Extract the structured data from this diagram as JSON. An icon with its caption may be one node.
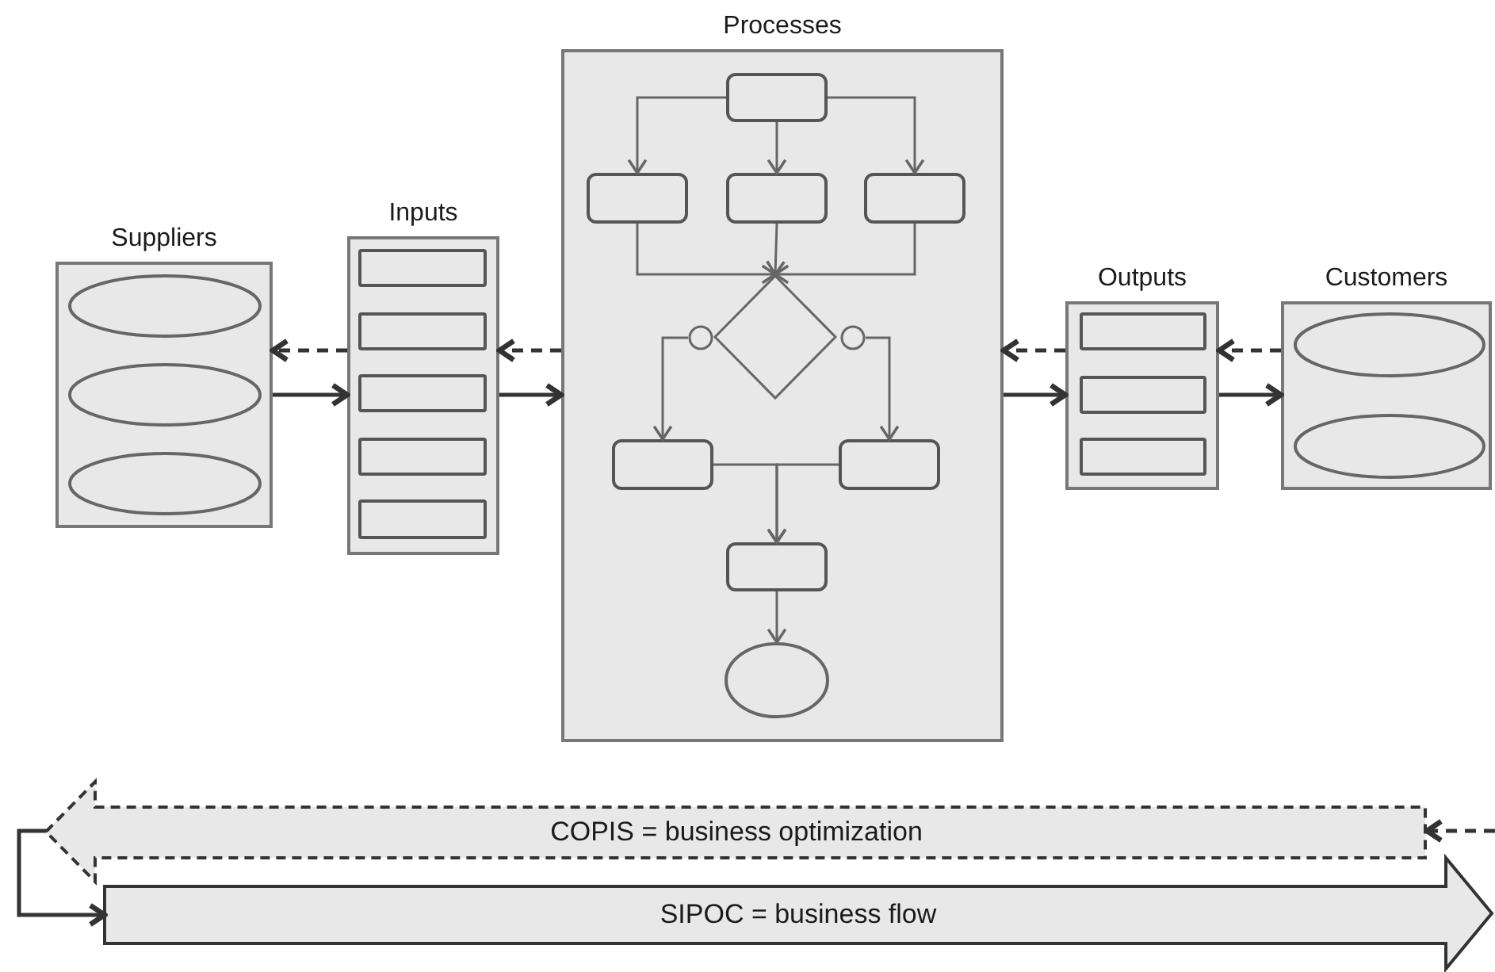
{
  "diagram": {
    "nodes": [
      {
        "text": [
          "Suppliers"
        ]
      },
      {
        "text": [],
        "shape": "ellipse",
        "in": 0
      },
      {
        "text": [],
        "shape": "ellipse",
        "in": 0
      },
      {
        "text": [],
        "shape": "ellipse",
        "in": 0
      },
      {
        "text": [
          "Inputs"
        ]
      },
      {
        "text": [],
        "shape": "box",
        "in": 4
      },
      {
        "text": [],
        "shape": "box",
        "in": 4
      },
      {
        "text": [],
        "shape": "box",
        "in": 4
      },
      {
        "text": [],
        "shape": "box",
        "in": 4
      },
      {
        "text": [],
        "shape": "box",
        "in": 4
      },
      {
        "text": [
          "Processes"
        ]
      },
      {
        "text": [],
        "shape": "box",
        "in": 10
      },
      {
        "text": [],
        "shape": "box",
        "in": 10
      },
      {
        "text": [],
        "shape": "box",
        "in": 10
      },
      {
        "text": [],
        "shape": "box",
        "in": 10
      },
      {
        "text": [],
        "shape": "diamond",
        "in": 10
      },
      {
        "text": [],
        "shape": "circle",
        "in": 10
      },
      {
        "text": [],
        "shape": "circle",
        "in": 10
      },
      {
        "text": [],
        "shape": "box",
        "in": 10
      },
      {
        "text": [],
        "shape": "box",
        "in": 10
      },
      {
        "text": [],
        "shape": "box",
        "in": 10
      },
      {
        "text": [],
        "shape": "ellipse",
        "in": 10
      },
      {
        "text": [
          "Outputs"
        ]
      },
      {
        "text": [],
        "shape": "box",
        "in": 22
      },
      {
        "text": [],
        "shape": "box",
        "in": 22
      },
      {
        "text": [],
        "shape": "box",
        "in": 22
      },
      {
        "text": [
          "Customers"
        ]
      },
      {
        "text": [],
        "shape": "ellipse",
        "in": 26
      },
      {
        "text": [],
        "shape": "ellipse",
        "in": 26
      },
      {
        "text": [
          "COPIS = business optimization"
        ]
      },
      {
        "text": [
          "SIPOC = business flow"
        ]
      }
    ],
    "edges": [
      {
        "from": 0,
        "to": 4,
        "arrow": "to"
      },
      {
        "from": 4,
        "to": 0,
        "arrow": "to",
        "style": "dashed"
      },
      {
        "from": 4,
        "to": 10,
        "arrow": "to"
      },
      {
        "from": 10,
        "to": 4,
        "arrow": "to",
        "style": "dashed"
      },
      {
        "from": 10,
        "to": 22,
        "arrow": "to"
      },
      {
        "from": 22,
        "to": 10,
        "arrow": "to",
        "style": "dashed"
      },
      {
        "from": 22,
        "to": 26,
        "arrow": "to"
      },
      {
        "from": 26,
        "to": 22,
        "arrow": "to",
        "style": "dashed"
      },
      {
        "from": 11,
        "to": 12,
        "arrow": "to"
      },
      {
        "from": 11,
        "to": 13,
        "arrow": "to"
      },
      {
        "from": 11,
        "to": 14,
        "arrow": "to"
      },
      {
        "from": 12,
        "to": 15,
        "arrow": "to"
      },
      {
        "from": 13,
        "to": 15,
        "arrow": "to"
      },
      {
        "from": 14,
        "to": 15,
        "arrow": "to"
      },
      {
        "from": 16,
        "to": 18,
        "arrow": "to"
      },
      {
        "from": 17,
        "to": 19,
        "arrow": "to"
      },
      {
        "from": 18,
        "to": 20,
        "arrow": "to"
      },
      {
        "from": 19,
        "to": 20,
        "arrow": "to"
      },
      {
        "from": 20,
        "to": 21,
        "arrow": "to"
      },
      {
        "from": null,
        "to": 29,
        "arrow": "to",
        "style": "dashed"
      },
      {
        "from": 29,
        "to": 30,
        "arrow": "to"
      }
    ]
  }
}
